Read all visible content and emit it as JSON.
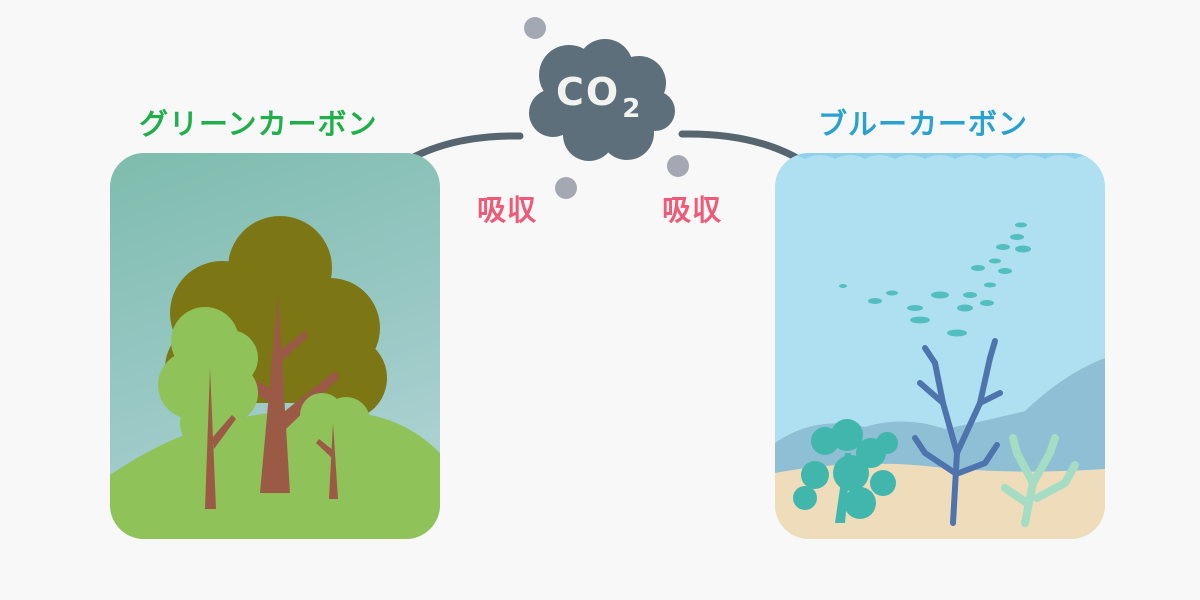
{
  "colors": {
    "green_title": "#1fb04b",
    "blue_title": "#2aa2cf",
    "absorb": "#ee5a77",
    "cloud": "#5d6f7b",
    "arrow": "#56656f"
  },
  "co2": {
    "main": "CO",
    "sub": "2",
    "icon": "co2-cloud-icon"
  },
  "green_carbon": {
    "title": "グリーンカーボン",
    "absorb_label": "吸収",
    "illustration": "forest-illustration"
  },
  "blue_carbon": {
    "title": "ブルーカーボン",
    "absorb_label": "吸収",
    "illustration": "ocean-coral-illustration"
  }
}
